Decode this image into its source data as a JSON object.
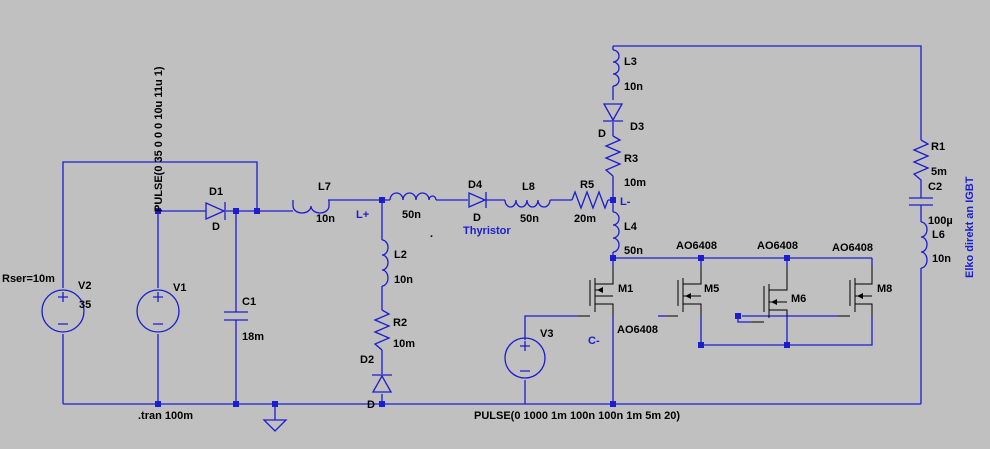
{
  "pulse_v1": "PULSE(0 35 0 0 0 10u 11u 1)",
  "pulse_v3": "PULSE(0 1000 1m 100n 100n 1m 5m 20)",
  "tran": ".tran 100m",
  "rser": "Rser=10m",
  "cap_note": "Elko direkt an IGBT",
  "dot_mark": ".",
  "nodes": {
    "lplus": "L+",
    "lminus": "L-",
    "cminus": "C-"
  },
  "v2": {
    "name": "V2",
    "value": "35"
  },
  "v1": {
    "name": "V1"
  },
  "v3": {
    "name": "V3"
  },
  "d1": {
    "name": "D1",
    "model": "D"
  },
  "d2": {
    "name": "D2",
    "model": "D"
  },
  "d3": {
    "name": "D3",
    "model": "D"
  },
  "d4": {
    "name": "D4",
    "model": "D",
    "note": "Thyristor"
  },
  "c1": {
    "name": "C1",
    "value": "18m"
  },
  "c2": {
    "name": "C2",
    "value": "100µ"
  },
  "l2": {
    "name": "L2",
    "value": "10n"
  },
  "l3": {
    "name": "L3",
    "value": "10n"
  },
  "l4": {
    "name": "L4",
    "value": "50n"
  },
  "l6": {
    "name": "L6",
    "value": "10n"
  },
  "l7": {
    "name": "L7",
    "value": "10n"
  },
  "l8": {
    "name": "L8",
    "value": "50n"
  },
  "lx": {
    "value": "50n"
  },
  "r1": {
    "name": "R1",
    "value": "5m"
  },
  "r2": {
    "name": "R2",
    "value": "10m"
  },
  "r3": {
    "name": "R3",
    "value": "10m"
  },
  "r5": {
    "name": "R5",
    "value": "20m"
  },
  "m1": {
    "name": "M1",
    "model": "AO6408"
  },
  "m5": {
    "name": "M5",
    "model": "AO6408"
  },
  "m6": {
    "name": "M6",
    "model": "AO6408"
  },
  "m8": {
    "name": "M8",
    "model": "AO6408"
  }
}
